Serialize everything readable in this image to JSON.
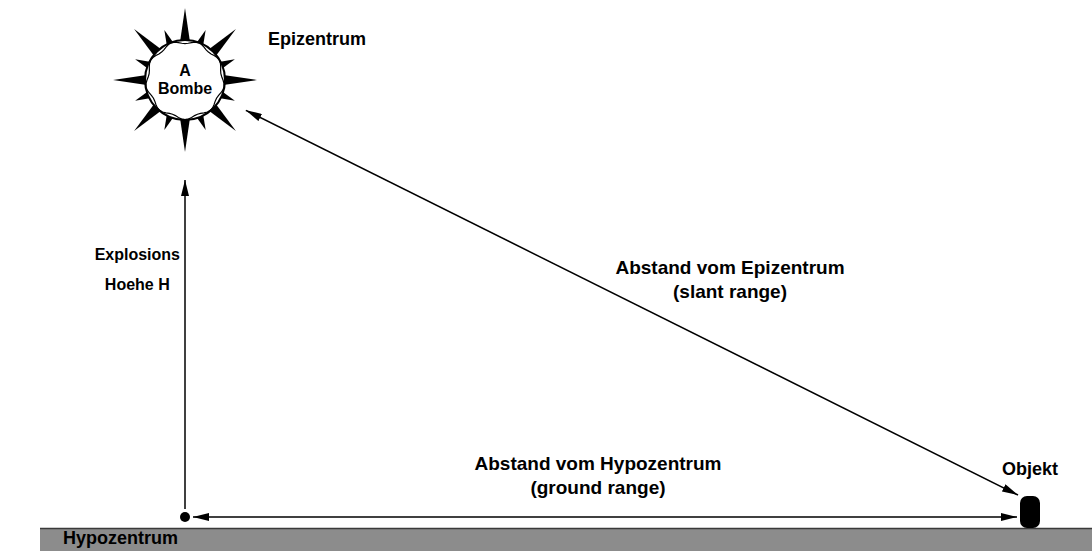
{
  "diagram": {
    "nodes": [
      {
        "text": [
          "A Bombe"
        ]
      },
      {
        "text": [
          "Hypozentrum"
        ]
      },
      {
        "text": [
          "Objekt"
        ]
      }
    ],
    "edges": [
      {
        "from": 1,
        "to": 0,
        "arrow": "to",
        "label": "Explosions Hoehe H"
      },
      {
        "from": 0,
        "to": 2,
        "arrow": "both",
        "label": "Abstand vom Epizentrum (slant range)"
      },
      {
        "from": 1,
        "to": 2,
        "arrow": "both",
        "label": "Abstand vom Hypozentrum (ground range)"
      }
    ],
    "labels": [
      "Epizentrum"
    ]
  }
}
